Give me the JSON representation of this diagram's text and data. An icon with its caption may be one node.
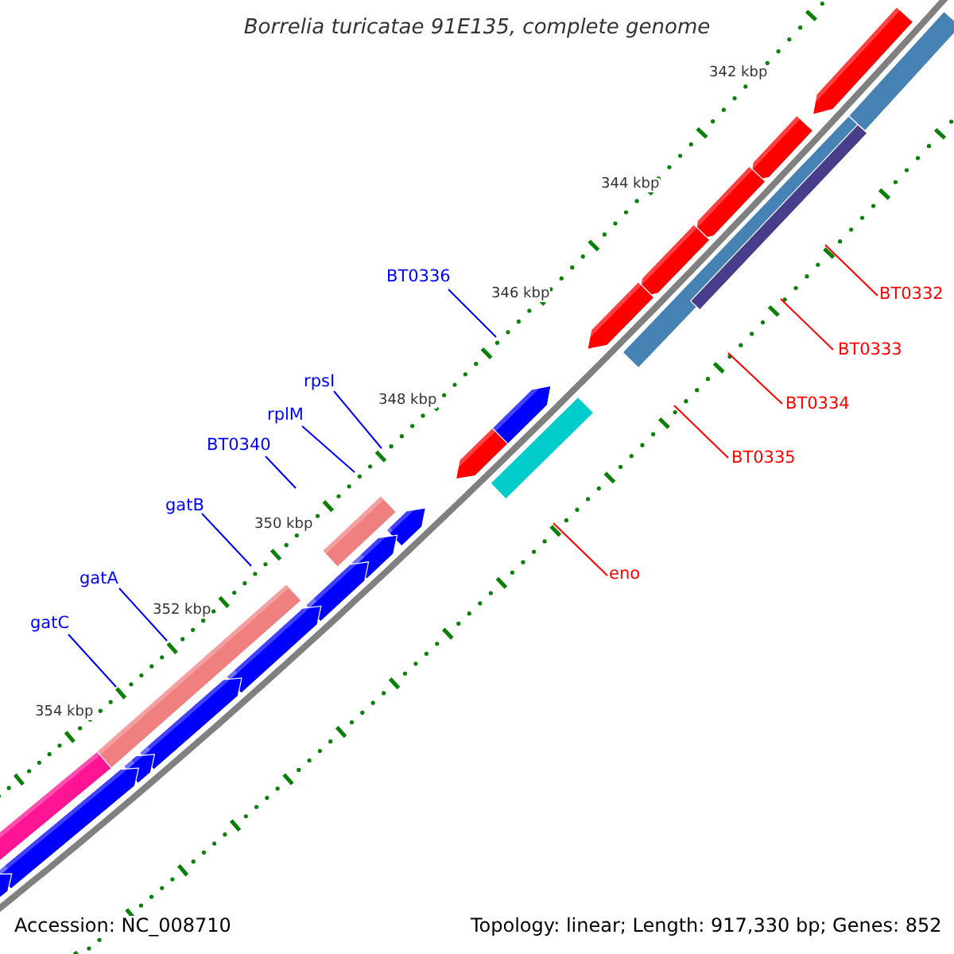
{
  "diagram": {
    "title": "Borrelia turicatae 91E135, complete genome",
    "nodes": [
      {
        "text": [
          "BT0336"
        ]
      },
      {
        "text": [
          "rpsI"
        ]
      },
      {
        "text": [
          "rplM"
        ]
      },
      {
        "text": [
          "BT0340"
        ]
      },
      {
        "text": [
          "gatB"
        ]
      },
      {
        "text": [
          "gatA"
        ]
      },
      {
        "text": [
          "gatC"
        ]
      },
      {
        "text": [
          "BT0332"
        ]
      },
      {
        "text": [
          "BT0333"
        ]
      },
      {
        "text": [
          "BT0334"
        ]
      },
      {
        "text": [
          "BT0335"
        ]
      },
      {
        "text": [
          "eno"
        ]
      }
    ],
    "edges": [
      {
        "from": 0,
        "to": null,
        "arrow": "none"
      },
      {
        "from": 1,
        "to": null,
        "arrow": "none"
      },
      {
        "from": 2,
        "to": null,
        "arrow": "none"
      },
      {
        "from": 3,
        "to": null,
        "arrow": "none"
      },
      {
        "from": 4,
        "to": null,
        "arrow": "none"
      },
      {
        "from": 5,
        "to": null,
        "arrow": "none"
      },
      {
        "from": 6,
        "to": null,
        "arrow": "none"
      },
      {
        "from": 7,
        "to": null,
        "arrow": "none",
        "color": "#ff0000"
      },
      {
        "from": 8,
        "to": null,
        "arrow": "none",
        "color": "#ff0000"
      },
      {
        "from": 9,
        "to": null,
        "arrow": "none",
        "color": "#ff0000"
      },
      {
        "from": 10,
        "to": null,
        "arrow": "none",
        "color": "#ff0000"
      },
      {
        "from": 11,
        "to": null,
        "arrow": "none",
        "color": "#ff0000"
      }
    ],
    "labels": [
      "342 kbp",
      "344 kbp",
      "346 kbp",
      "348 kbp",
      "350 kbp",
      "352 kbp",
      "354 kbp",
      "Accession: NC_008710",
      "Topology: linear; Length: 917,330 bp; Genes: 852"
    ]
  }
}
